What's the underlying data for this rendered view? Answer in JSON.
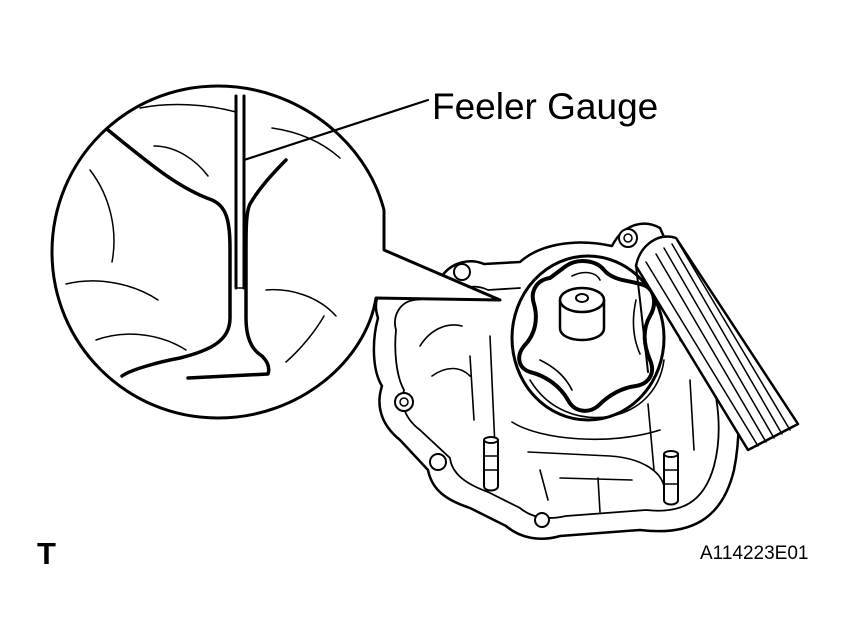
{
  "labels": {
    "callout": "Feeler Gauge",
    "corner_mark": "T",
    "figure_code": "A114223E01"
  },
  "colors": {
    "ink": "#000000",
    "paper": "#ffffff"
  }
}
